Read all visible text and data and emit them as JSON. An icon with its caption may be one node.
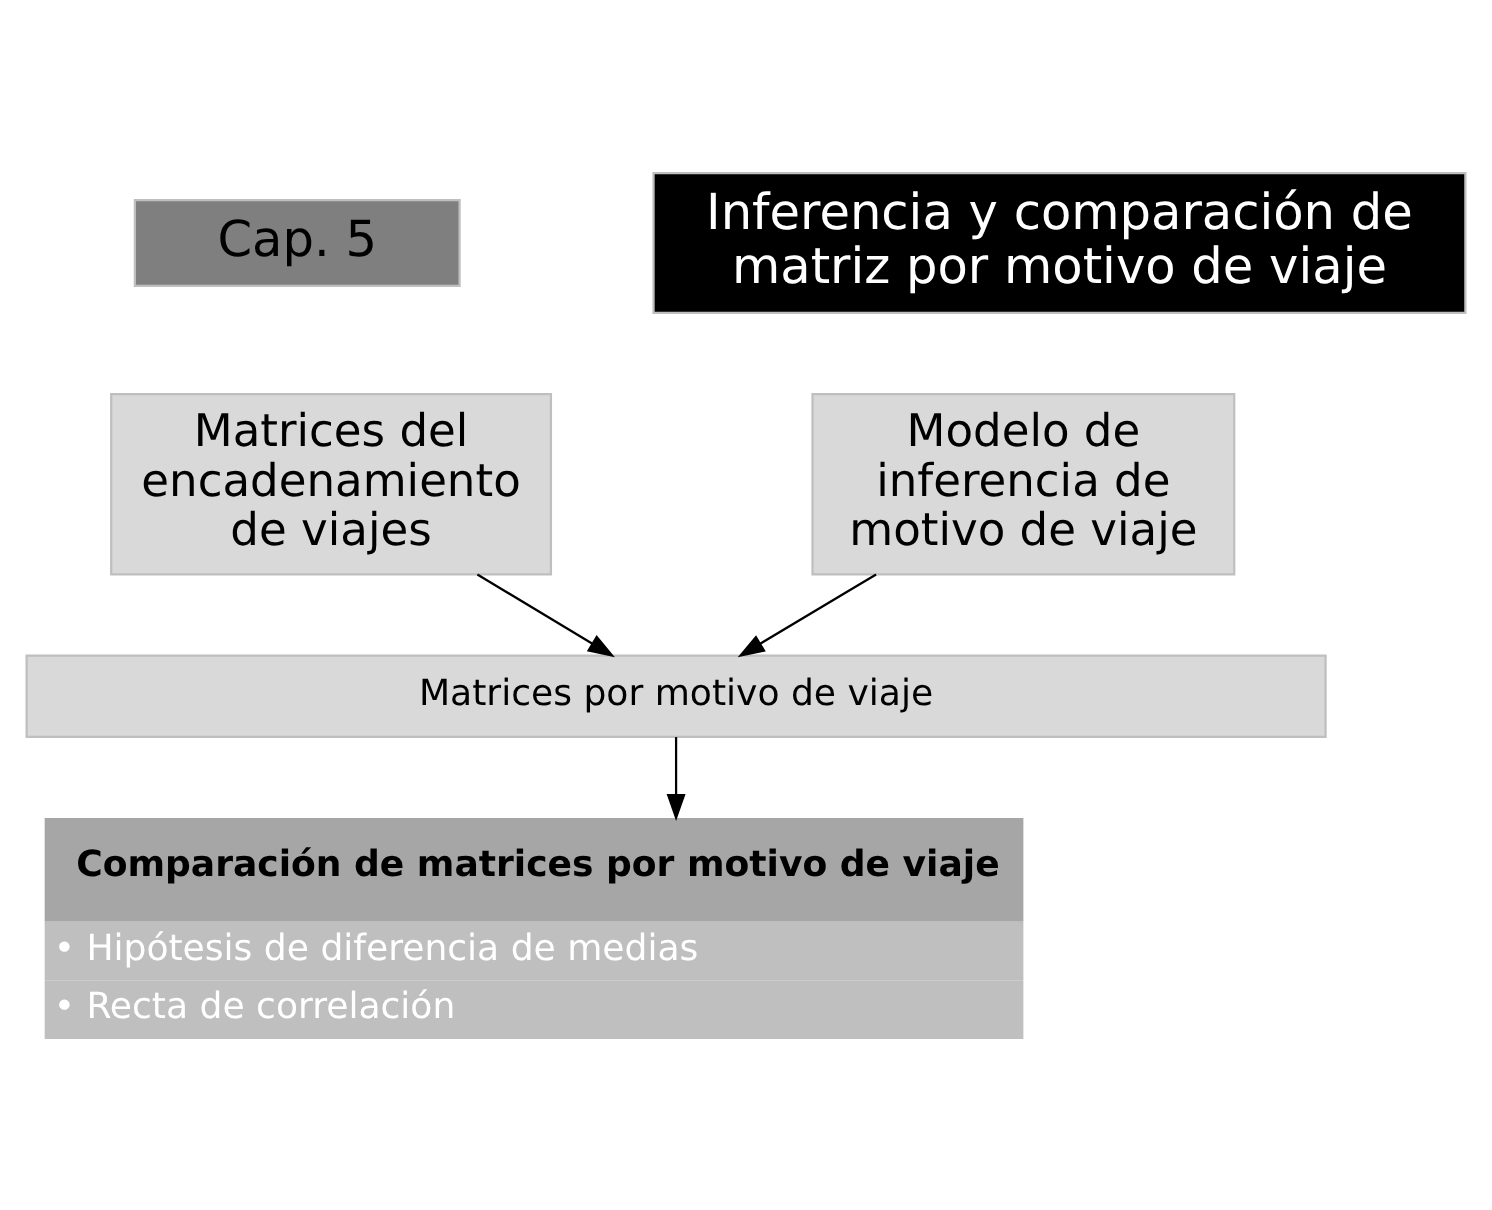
{
  "diagram": {
    "nodes": [
      {
        "text": [
          "Cap. 5"
        ]
      },
      {
        "text": [
          "Inferencia y comparación de matriz por motivo de viaje"
        ]
      },
      {
        "text": [
          "Matrices del encadenamiento de viajes"
        ]
      },
      {
        "text": [
          "Modelo de inferencia de motivo de viaje"
        ]
      },
      {
        "text": [
          "Matrices por motivo de viaje"
        ]
      },
      {
        "text": [
          "Comparación de matrices por motivo de viaje",
          "• Hipótesis de diferencia de medias",
          "• Recta de correlación"
        ]
      }
    ],
    "edges": [
      {
        "from": 2,
        "to": 4,
        "arrow": "to"
      },
      {
        "from": 3,
        "to": 4,
        "arrow": "to"
      },
      {
        "from": 4,
        "to": 5,
        "arrow": "to"
      }
    ]
  }
}
